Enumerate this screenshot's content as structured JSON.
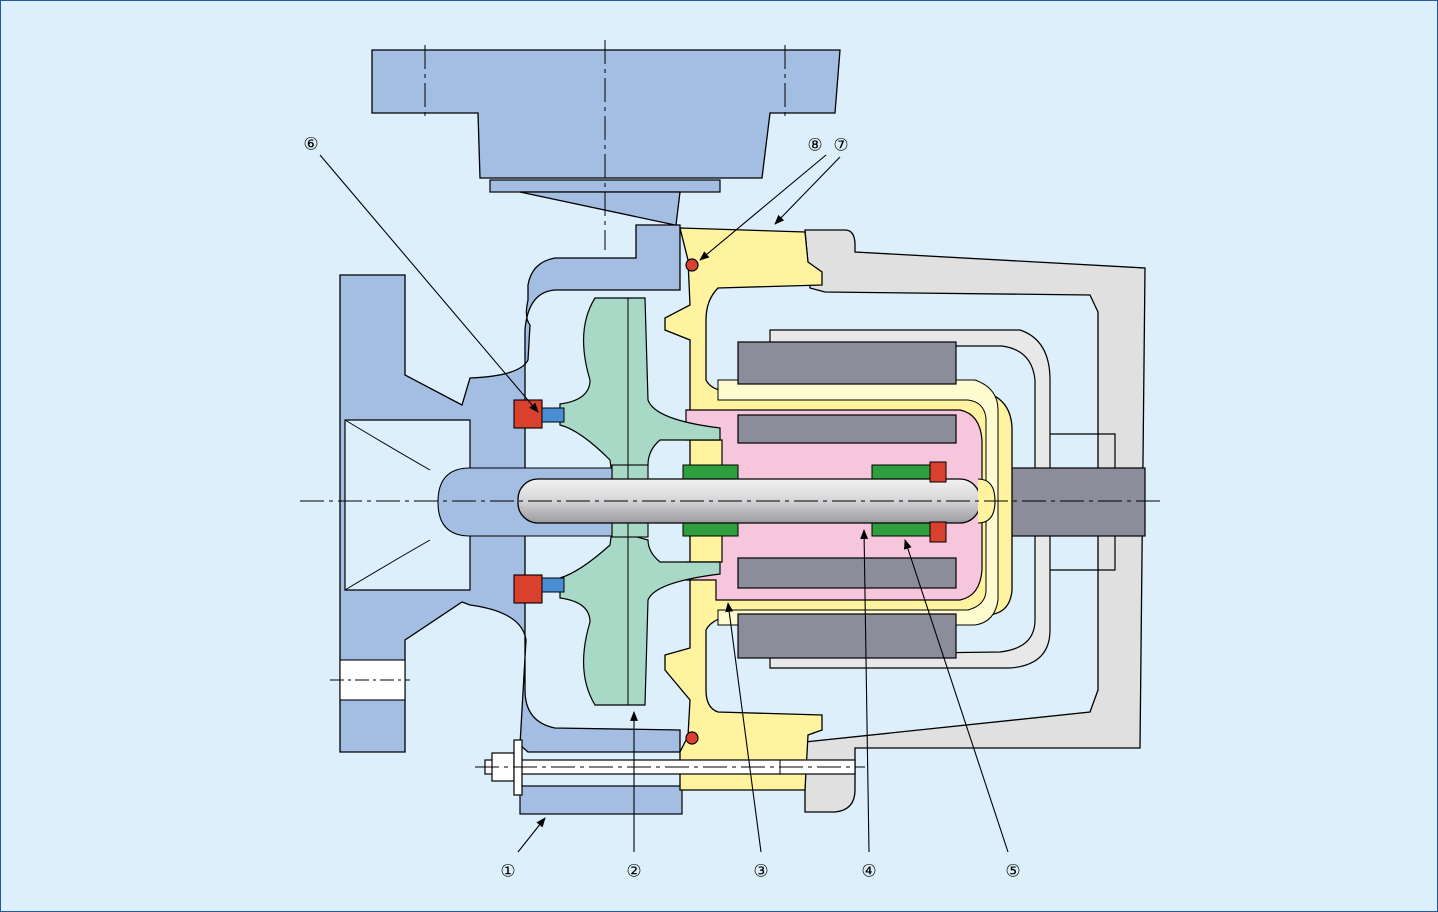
{
  "callouts": [
    {
      "id": "c1",
      "label": "①"
    },
    {
      "id": "c2",
      "label": "②"
    },
    {
      "id": "c3",
      "label": "③"
    },
    {
      "id": "c4",
      "label": "④"
    },
    {
      "id": "c5",
      "label": "⑤"
    },
    {
      "id": "c6",
      "label": "⑥"
    },
    {
      "id": "c7",
      "label": "⑦"
    },
    {
      "id": "c8",
      "label": "⑧"
    }
  ],
  "colors": {
    "background": "#ddeffa",
    "casing": "#a4bde2",
    "impeller": "#a8d8c6",
    "rear_casing": "#fff3a0",
    "inner_magnet_housing": "#f6c6dc",
    "magnets": "#8c8d9b",
    "bracket": "#e0e0e0",
    "bearing": "#2f9e3f",
    "thrust_ring": "#d9402e",
    "liner_ring": "#4a8fd4",
    "shaft": "#c8c9cc"
  }
}
